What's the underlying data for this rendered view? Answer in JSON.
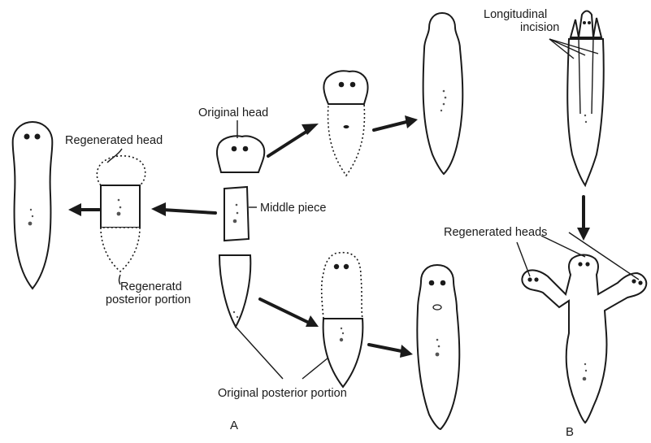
{
  "labels": {
    "original_head": "Original head",
    "regenerated_head": "Regenerated head",
    "middle_piece": "Middle piece",
    "regenerated_posterior_line1": "Regeneratd",
    "regenerated_posterior_line2": "posterior portion",
    "original_posterior": "Original posterior portion",
    "longitudinal_incision_line1": "Longitudinal",
    "longitudinal_incision_line2": "incision",
    "regenerated_heads": "Regenerated heads"
  },
  "panels": {
    "a": "A",
    "b": "B"
  }
}
